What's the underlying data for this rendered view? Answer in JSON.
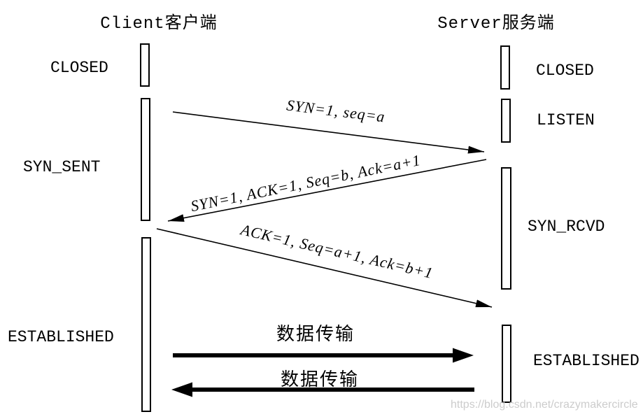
{
  "header": {
    "client_title": "Client客户端",
    "server_title": "Server服务端"
  },
  "client_states": [
    {
      "label": "CLOSED"
    },
    {
      "label": "SYN_SENT"
    },
    {
      "label": "ESTABLISHED"
    }
  ],
  "server_states": [
    {
      "label": "CLOSED"
    },
    {
      "label": "LISTEN"
    },
    {
      "label": "SYN_RCVD"
    },
    {
      "label": "ESTABLISHED"
    }
  ],
  "messages": [
    {
      "label": "SYN=1, seq=a",
      "direction": "client-to-server"
    },
    {
      "label": "SYN=1, ACK=1, Seq=b, Ack=a+1",
      "direction": "server-to-client"
    },
    {
      "label": "ACK=1, Seq=a+1, Ack=b+1",
      "direction": "client-to-server"
    }
  ],
  "data_transfer": [
    {
      "label": "数据传输",
      "direction": "client-to-server"
    },
    {
      "label": "数据传输",
      "direction": "server-to-client"
    }
  ],
  "watermark": "https://blog.csdn.net/crazymakercircle",
  "colors": {
    "line": "#000000",
    "background": "#ffffff",
    "watermark": "#cccccc"
  }
}
